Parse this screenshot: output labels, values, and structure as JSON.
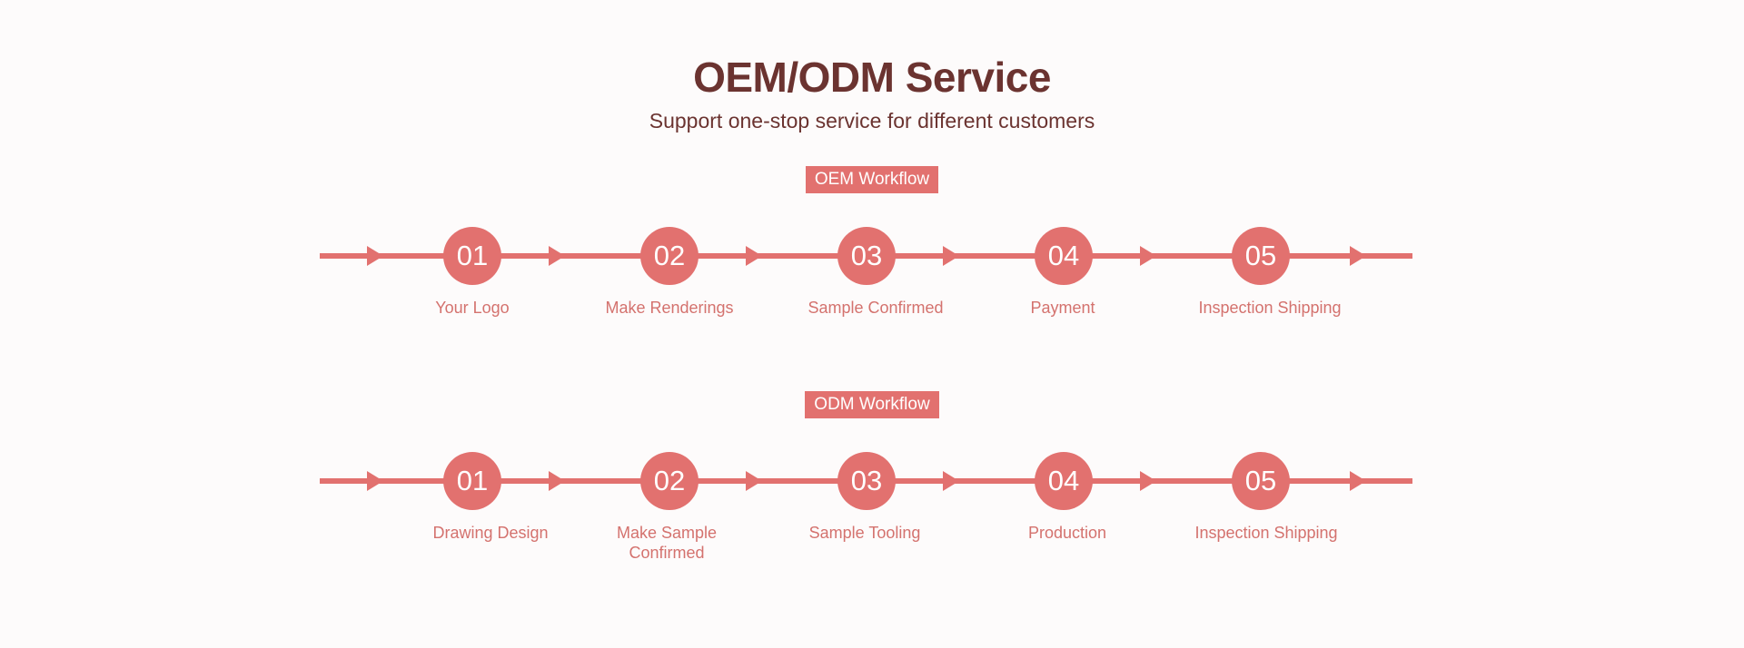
{
  "header": {
    "title": "OEM/ODM Service",
    "subtitle": "Support one-stop service for different customers"
  },
  "colors": {
    "accent": "#e2716f",
    "title_text": "#6b3330",
    "label_text": "#d4726e",
    "badge_text": "#ffffff",
    "background": "#fdfbfb"
  },
  "workflows": [
    {
      "badge": "OEM Workflow",
      "steps": [
        {
          "number": "01",
          "label": "Your Logo"
        },
        {
          "number": "02",
          "label": "Make Renderings"
        },
        {
          "number": "03",
          "label": "Sample Confirmed"
        },
        {
          "number": "04",
          "label": "Payment"
        },
        {
          "number": "05",
          "label": "Inspection Shipping"
        }
      ]
    },
    {
      "badge": "ODM Workflow",
      "steps": [
        {
          "number": "01",
          "label": "Drawing Design"
        },
        {
          "number": "02",
          "label": "Make Sample\nConfirmed"
        },
        {
          "number": "03",
          "label": "Sample Tooling"
        },
        {
          "number": "04",
          "label": "Production"
        },
        {
          "number": "05",
          "label": "Inspection Shipping"
        }
      ]
    }
  ]
}
